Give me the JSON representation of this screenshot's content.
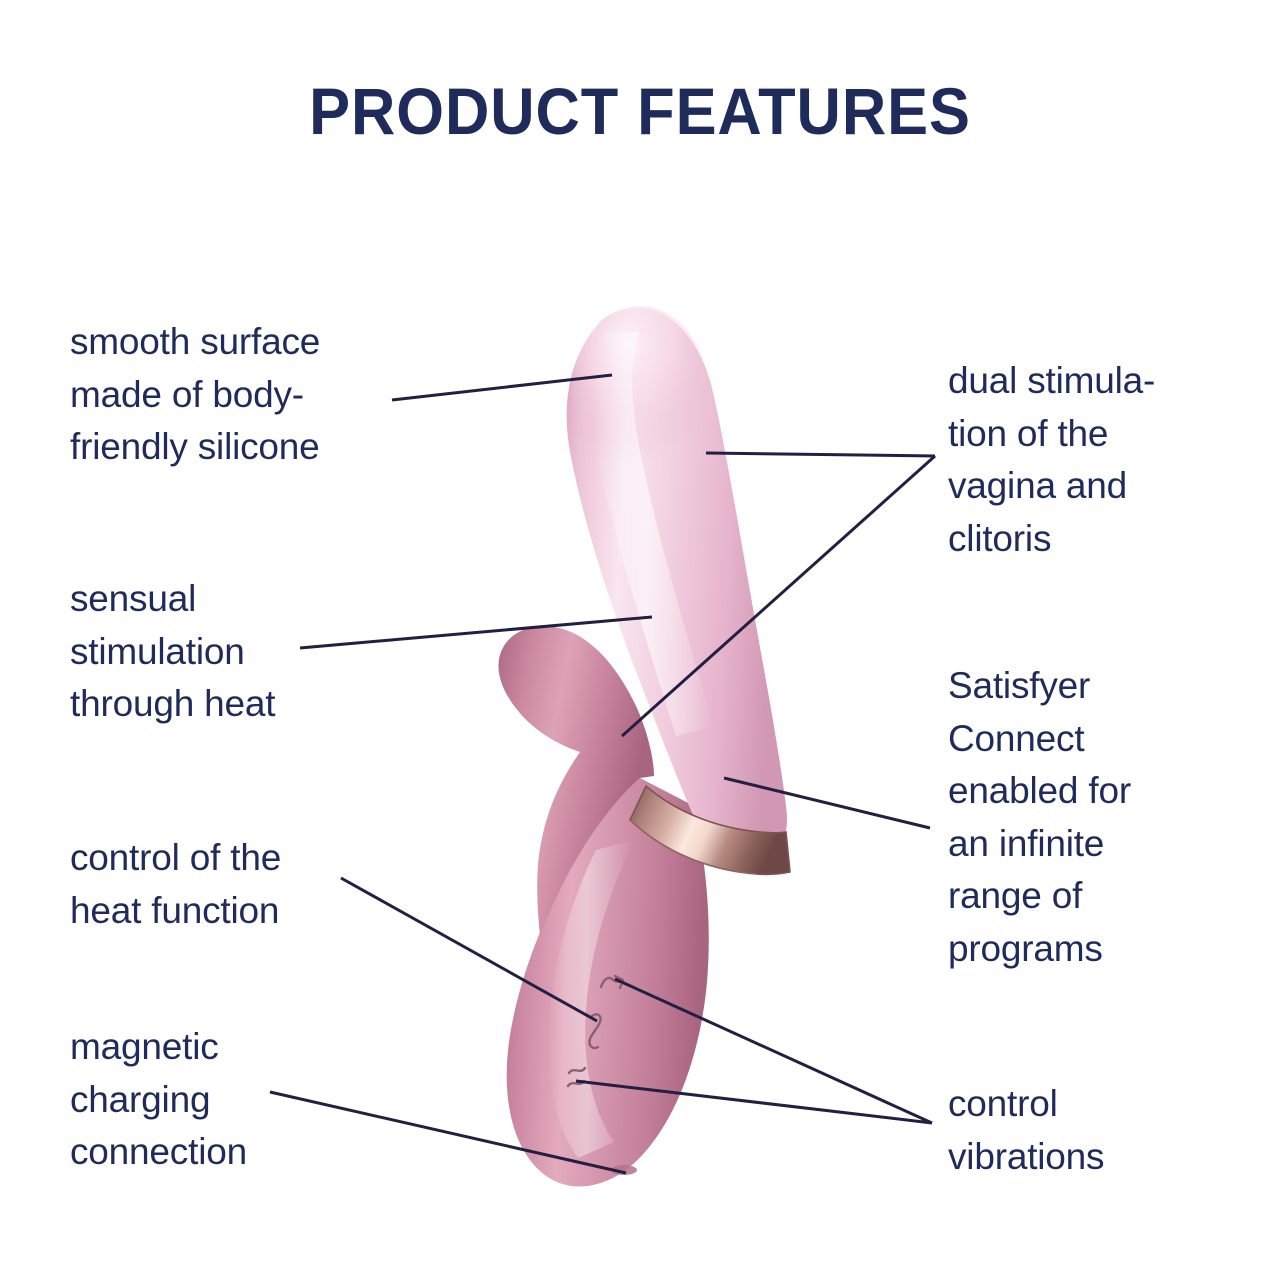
{
  "page": {
    "title": "PRODUCT FEATURES",
    "background_color": "#ffffff",
    "text_color": "#1f2b5b",
    "leader_line_color": "#231f42"
  },
  "product": {
    "name": "Satisfyer rabbit vibrator",
    "colors": {
      "upper_shaft_light": "#f7e0ea",
      "upper_shaft_mid": "#eec3d6",
      "upper_shaft_shadow": "#d89fba",
      "lower_body_light": "#e0a6bb",
      "lower_body_mid": "#cf8ba4",
      "lower_body_shadow": "#b16e89",
      "clitoral_arm_light": "#d99cb2",
      "clitoral_arm_mid": "#c4819a",
      "clitoral_arm_shadow": "#a96a83",
      "metal_band_light": "#f6ddd4",
      "metal_band_mid": "#c49a93",
      "metal_band_dark": "#8d625f"
    },
    "engraved_icons": [
      "chevron-up-icon",
      "heat-function-icon",
      "vibration-wave-icon"
    ]
  },
  "callouts": {
    "left": [
      {
        "id": "smooth-surface",
        "text": "smooth surface\nmade of body-\nfriendly silicone"
      },
      {
        "id": "sensual-stimulation",
        "text": "sensual\nstimulation\nthrough heat"
      },
      {
        "id": "heat-control",
        "text": "control of the\nheat function"
      },
      {
        "id": "magnetic-charging",
        "text": "magnetic\ncharging\nconnection"
      }
    ],
    "right": [
      {
        "id": "dual-stimulation",
        "text": "dual stimula-\ntion of the\nvagina and\nclitoris"
      },
      {
        "id": "satisfyer-connect",
        "text": "Satisfyer\nConnect\nenabled for\nan infinite\nrange of\nprograms"
      },
      {
        "id": "control-vibrations",
        "text": "control\nvibrations"
      }
    ]
  }
}
